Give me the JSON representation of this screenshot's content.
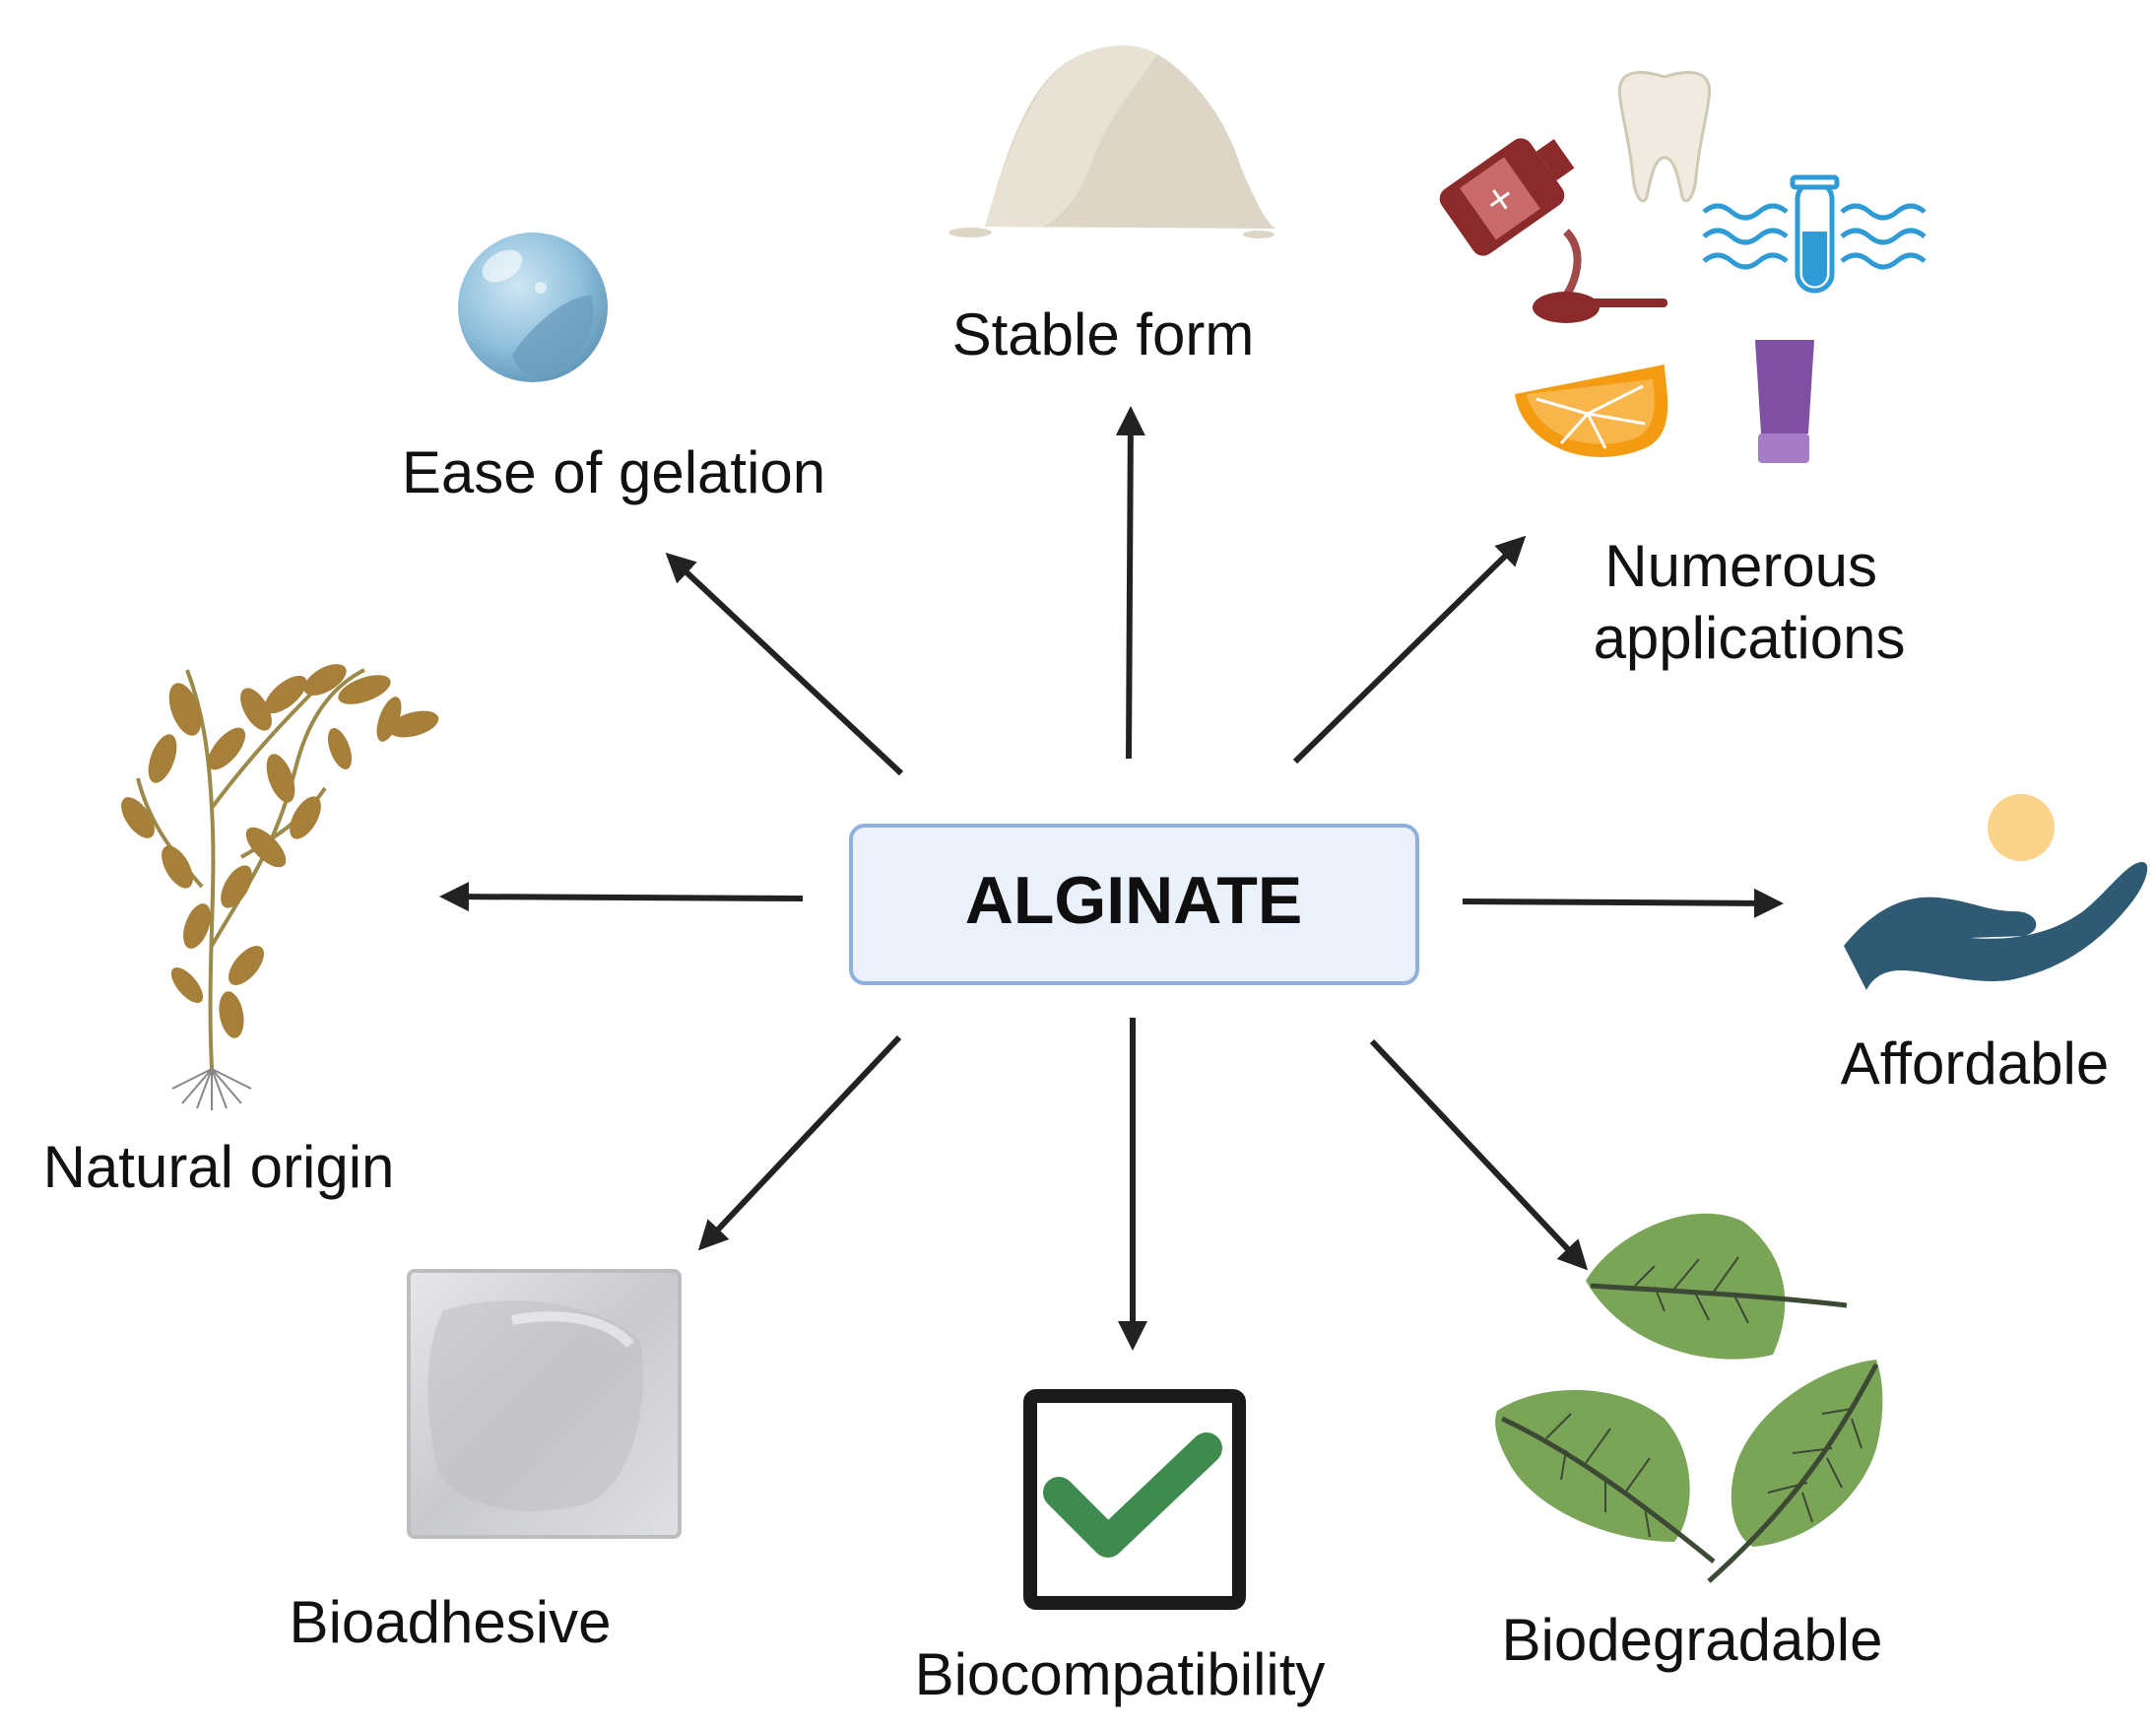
{
  "center": {
    "label": "ALGINATE"
  },
  "properties": [
    {
      "id": "stable-form",
      "label_lines": [
        "Stable form"
      ],
      "icon": "powder-pile-icon"
    },
    {
      "id": "ease-of-gelation",
      "label_lines": [
        "Ease of gelation"
      ],
      "icon": "gel-bead-icon"
    },
    {
      "id": "numerous-applications",
      "label_lines": [
        "Numerous",
        "applications"
      ],
      "icon": "applications-icons"
    },
    {
      "id": "natural-origin",
      "label_lines": [
        "Natural origin"
      ],
      "icon": "seaweed-icon"
    },
    {
      "id": "affordable",
      "label_lines": [
        "Affordable"
      ],
      "icon": "hand-coin-icon"
    },
    {
      "id": "bioadhesive",
      "label_lines": [
        "Bioadhesive"
      ],
      "icon": "adhesive-pad-icon"
    },
    {
      "id": "biocompatibility",
      "label_lines": [
        "Biocompatibility"
      ],
      "icon": "checkbox-icon"
    },
    {
      "id": "biodegradable",
      "label_lines": [
        "Biodegradable"
      ],
      "icon": "leaves-icon"
    }
  ],
  "colors": {
    "center_fill": "#eaf1fb",
    "center_border": "#8fb0dd",
    "arrow": "#222222",
    "check_green": "#3f8a4f",
    "leaf_green": "#7aa557",
    "coin": "#fbd38b",
    "hand": "#2f5a73"
  }
}
